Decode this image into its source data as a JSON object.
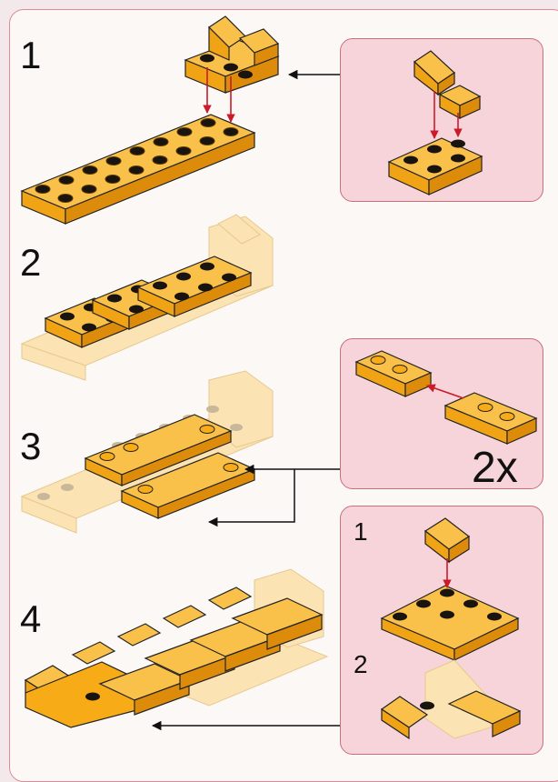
{
  "steps": [
    {
      "number": "1"
    },
    {
      "number": "2"
    },
    {
      "number": "3"
    },
    {
      "number": "4"
    }
  ],
  "callouts": {
    "step3_multiplier": "2x",
    "step4_substeps": [
      "1",
      "2"
    ]
  },
  "colors": {
    "brick": "#f6ab17",
    "brick_top": "#fac14a",
    "brick_side": "#dc8c0a",
    "brick_faded": "#fbe3b4",
    "stud_dark": "#1a1410",
    "arrow_red": "#cc1a2a",
    "callout_bg": "#f6d4d9",
    "callout_border": "#c8707c",
    "frame_border": "#e08a95"
  }
}
